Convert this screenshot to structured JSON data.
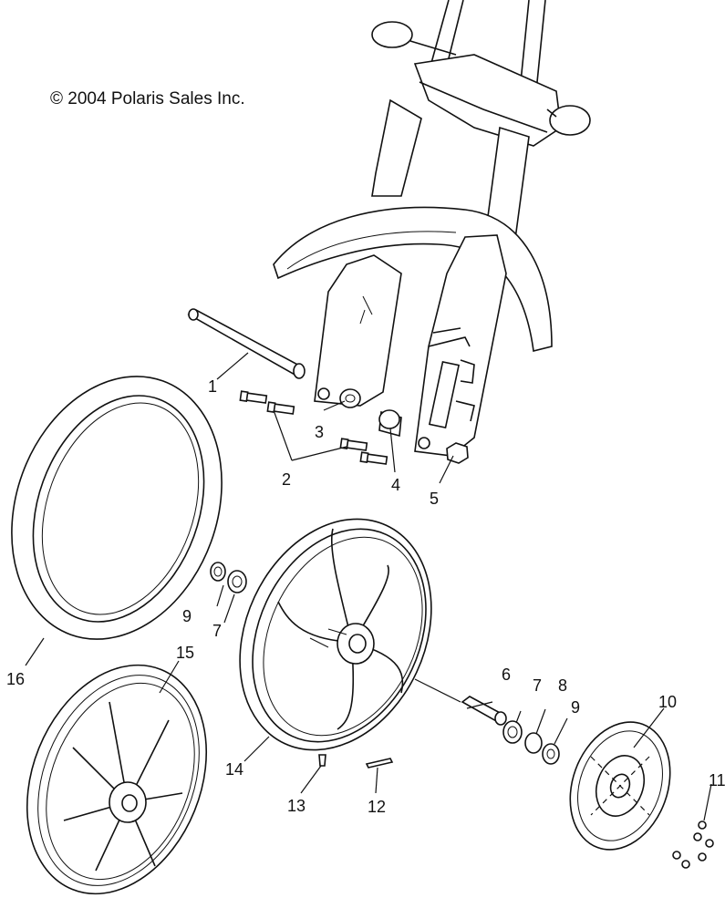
{
  "copyright": "© 2004 Polaris Sales Inc.",
  "callouts": {
    "c1": "1",
    "c2": "2",
    "c3": "3",
    "c4": "4",
    "c5": "5",
    "c6": "6",
    "c7a": "7",
    "c7b": "7",
    "c8": "8",
    "c9a": "9",
    "c9b": "9",
    "c10": "10",
    "c11": "11",
    "c12": "12",
    "c13": "13",
    "c14": "14",
    "c15": "15",
    "c16": "16"
  }
}
